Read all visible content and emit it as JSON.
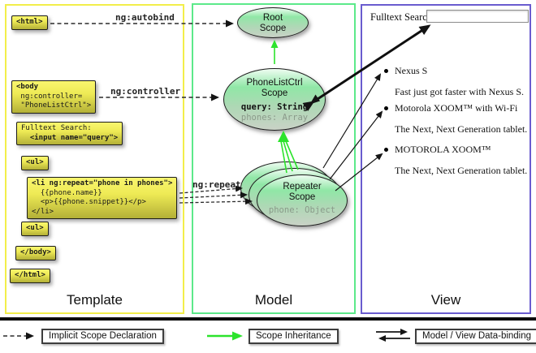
{
  "colors": {
    "template_border": "#f2ee4a",
    "model_border": "#5ce98a",
    "view_border": "#6a5ccf",
    "green_arrow": "#2ce32c",
    "ybox_top": "#f9f66e",
    "ybox_bottom": "#b3b037",
    "ellipse_green": "#90e7a6",
    "prop_muted": "#8a9a8a"
  },
  "columns": {
    "template": {
      "title": "Template"
    },
    "model": {
      "title": "Model"
    },
    "view": {
      "title": "View"
    }
  },
  "template": {
    "html_open": "<html>",
    "body_open": {
      "l1": "<body",
      "l2": " ng:controller=",
      "l3": " \"PhoneListCtrl\">"
    },
    "fulltext": {
      "l1": "Fulltext Search:",
      "l2": "  <input name=\"query\">"
    },
    "ul_open": "<ul>",
    "li": {
      "l1": "<li ng:repeat=\"phone in phones\">",
      "l2": "  {{phone.name}}",
      "l3": "  <p>{{phone.snippet}}</p>",
      "l4": "</li>"
    },
    "ul_close": "<ul>",
    "body_close": "</body>",
    "html_close": "</html>",
    "labels": {
      "autobind": "ng:autobind",
      "controller": "ng:controller",
      "repeat": "ng:repeat"
    }
  },
  "model": {
    "root": {
      "l1": "Root",
      "l2": "Scope"
    },
    "phonelist": {
      "l1": "PhoneListCtrl",
      "l2": "Scope",
      "prop_bold": "query: String",
      "prop_muted": "phones: Array"
    },
    "repeater": {
      "l1": "Repeater",
      "l2": "Scope",
      "prop_muted": "phone: Object"
    }
  },
  "view": {
    "search_label": "Fulltext Search:",
    "search_value": "",
    "items": [
      {
        "title": "Nexus S",
        "desc": "Fast just got faster with Nexus S."
      },
      {
        "title": "Motorola XOOM™ with Wi-Fi",
        "desc": "The Next, Next Generation tablet."
      },
      {
        "title": "MOTOROLA XOOM™",
        "desc": "The Next, Next Generation tablet."
      }
    ]
  },
  "legend": {
    "implicit": "Implicit Scope Declaration",
    "inheritance": "Scope Inheritance",
    "binding": "Model / View Data-binding"
  }
}
